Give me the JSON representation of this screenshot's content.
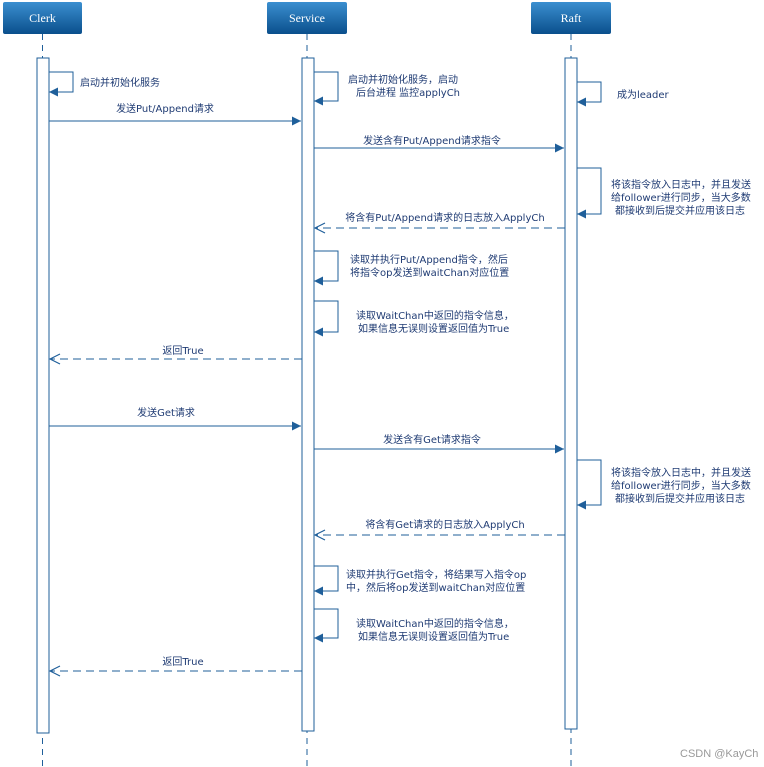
{
  "actors": {
    "clerk": "Clerk",
    "service": "Service",
    "raft": "Raft"
  },
  "messages": {
    "clerk_init": "启动并初始化服务",
    "service_init_l1": "启动并初始化服务，启动",
    "service_init_l2": "后台进程 监控applyCh",
    "raft_leader": "成为leader",
    "send_put": "发送Put/Append请求",
    "send_put_cmd": "发送含有Put/Append请求指令",
    "raft_log1_l1": "将该指令放入日志中，并且发送",
    "raft_log1_l2": "给follower进行同步，当大多数",
    "raft_log1_l3": "都接收到后提交并应用该日志",
    "put_apply": "将含有Put/Append请求的日志放入ApplyCh",
    "exec_put_l1": "读取并执行Put/Append指令，然后",
    "exec_put_l2": "将指令op发送到waitChan对应位置",
    "read_wait1_l1": "读取WaitChan中返回的指令信息，",
    "read_wait1_l2": "如果信息无误则设置返回值为True",
    "return1": "返回True",
    "send_get": "发送Get请求",
    "send_get_cmd": "发送含有Get请求指令",
    "raft_log2_l1": "将该指令放入日志中，并且发送",
    "raft_log2_l2": "给follower进行同步，当大多数",
    "raft_log2_l3": "都接收到后提交并应用该日志",
    "get_apply": "将含有Get请求的日志放入ApplyCh",
    "exec_get_l1": "读取并执行Get指令，将结果写入指令op",
    "exec_get_l2": "中，然后将op发送到waitChan对应位置",
    "read_wait2_l1": "读取WaitChan中返回的指令信息，",
    "read_wait2_l2": "如果信息无误则设置返回值为True",
    "return2": "返回True"
  },
  "watermark": "CSDN @KayCh",
  "colors": {
    "actor_top": "#2d82c4",
    "actor_bottom": "#0d5a99",
    "line": "#1f5f9a",
    "text": "#1f3b73"
  }
}
